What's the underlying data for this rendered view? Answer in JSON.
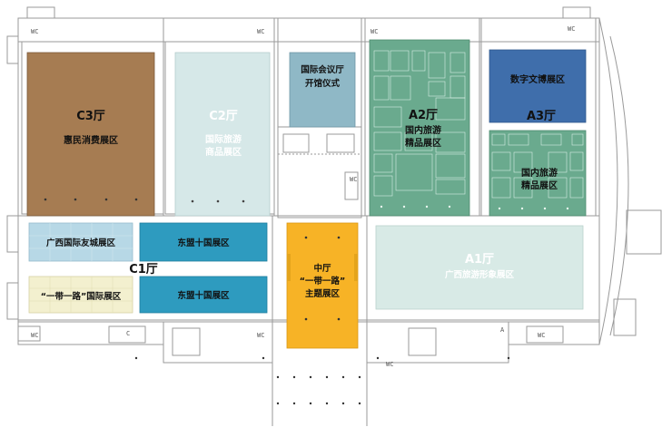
{
  "colors": {
    "c3": "#a67c52",
    "c2": "#d6e8e8",
    "conference": "#8fb8c6",
    "a2": "#6aaa8e",
    "a3_top": "#3f6eab",
    "a3_bottom": "#6aaa8e",
    "friendship": "#b7d8e6",
    "asean": "#2e9bbf",
    "belt_road_c1": "#f3f0cf",
    "center_hall": "#f7b326",
    "a1": "#d8eae6",
    "walls": "#8a8a8a"
  },
  "halls": {
    "c3": {
      "hall": "C3厅",
      "area": "惠民消费展区"
    },
    "c2": {
      "hall": "C2厅",
      "area_line1": "国际旅游",
      "area_line2": "商品展区"
    },
    "conference": {
      "line1": "国际会议厅",
      "line2": "开馆仪式"
    },
    "a2": {
      "hall": "A2厅",
      "area_line1": "国内旅游",
      "area_line2": "精品展区"
    },
    "a3": {
      "top_area": "数字文博展区",
      "hall": "A3厅",
      "area_line1": "国内旅游",
      "area_line2": "精品展区"
    },
    "c1": {
      "hall": "C1厅",
      "friendship": "广西国际友城展区",
      "asean_top": "东盟十国展区",
      "asean_bottom": "东盟十国展区",
      "belt_road": "“一带一路”国际展区"
    },
    "center": {
      "line1": "中厅",
      "line2": "“一带一路”",
      "line3": "主题展区"
    },
    "a1": {
      "hall": "A1厅",
      "area": "广西旅游形象展区"
    }
  },
  "markers": {
    "wc": "WC",
    "c": "C",
    "a": "A"
  }
}
